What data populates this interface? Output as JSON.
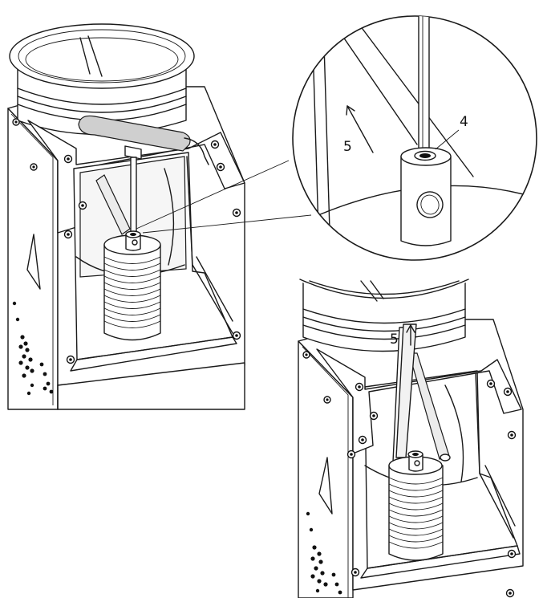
{
  "callouts": {
    "detail_label_4": "4",
    "detail_label_5": "5",
    "lower_label_5": "5"
  }
}
